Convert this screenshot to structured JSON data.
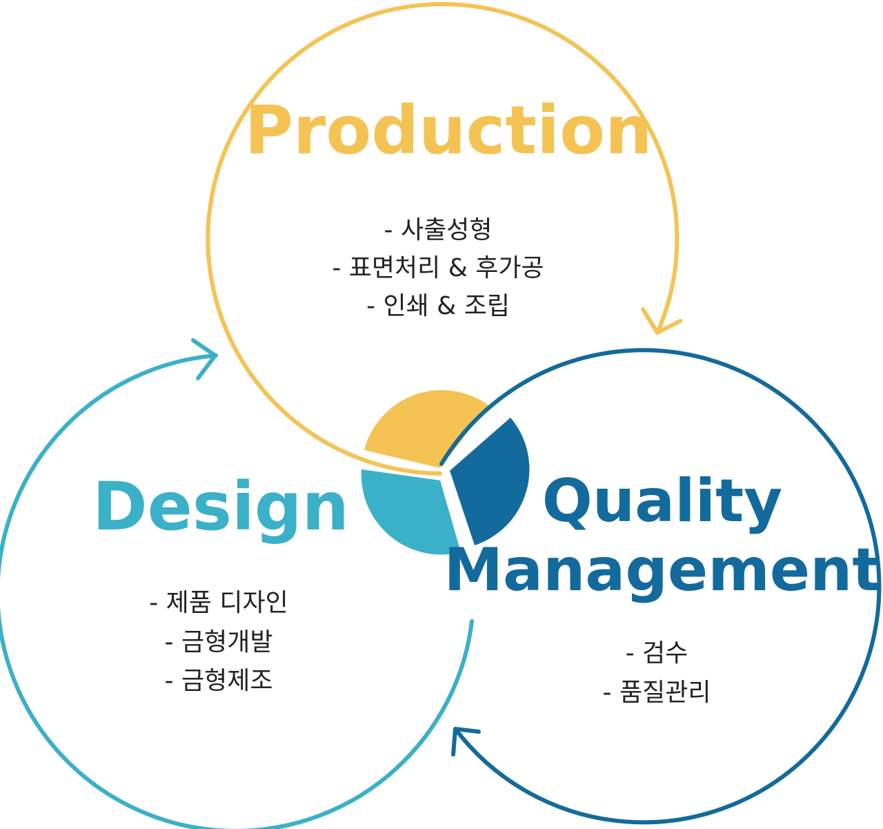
{
  "colors": {
    "production": "#f5c354",
    "design": "#3bb0c9",
    "quality": "#136a9c",
    "text": "#222222"
  },
  "production": {
    "title": "Production",
    "items": [
      "- 사출성형",
      "- 표면처리 & 후가공",
      "- 인쇄 & 조립"
    ]
  },
  "design": {
    "title": "Design",
    "items": [
      "- 제품 디자인",
      "- 금형개발",
      "- 금형제조"
    ]
  },
  "quality": {
    "title_line1": "Quality",
    "title_line2": "Management",
    "items": [
      "- 검수",
      "- 품질관리"
    ]
  }
}
